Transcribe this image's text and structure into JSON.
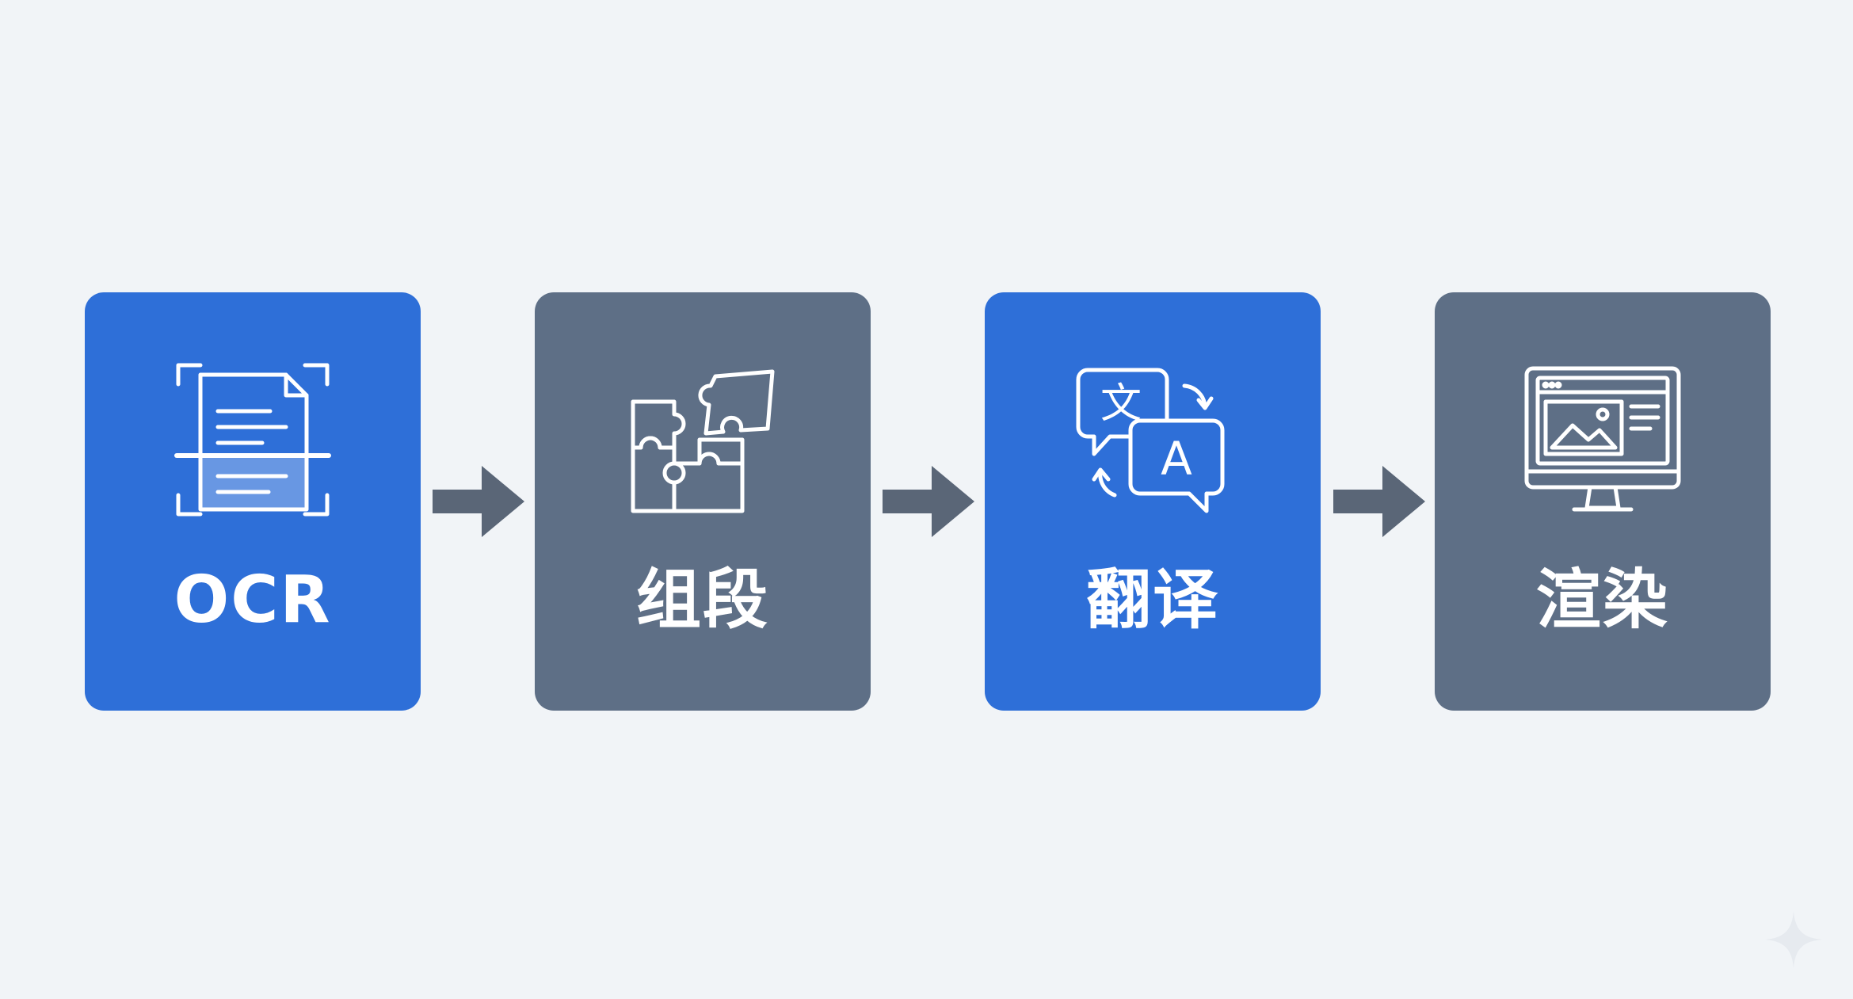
{
  "colors": {
    "background": "#f1f4f7",
    "primary_blue": "#2e6fd8",
    "slate": "#5e6f86",
    "arrow": "#5a6677",
    "icon_stroke": "#ffffff"
  },
  "steps": [
    {
      "label": "OCR",
      "icon": "document-scan-icon",
      "color": "#2e6fd8"
    },
    {
      "label": "组段",
      "icon": "puzzle-pieces-icon",
      "color": "#5e6f86"
    },
    {
      "label": "翻译",
      "icon": "translate-bubbles-icon",
      "color": "#2e6fd8"
    },
    {
      "label": "渲染",
      "icon": "monitor-render-icon",
      "color": "#5e6f86"
    }
  ],
  "translate_icon": {
    "glyph_zh": "文",
    "glyph_en": "A"
  }
}
